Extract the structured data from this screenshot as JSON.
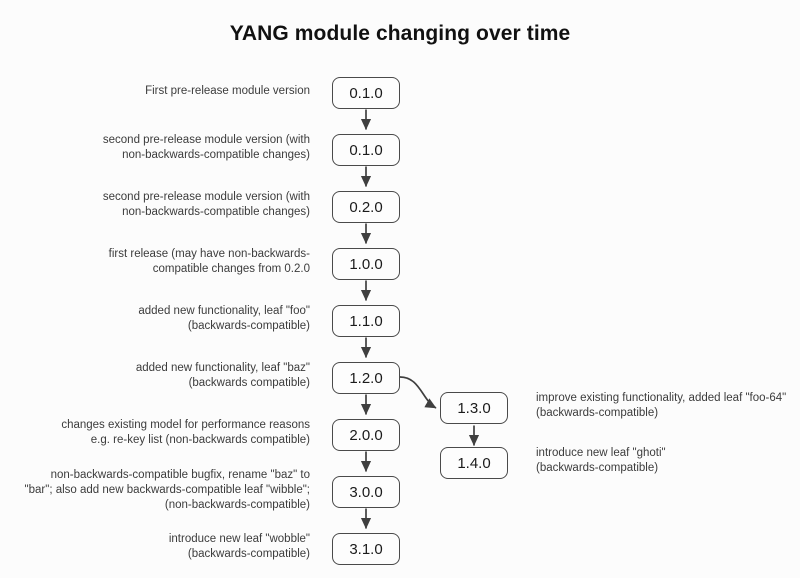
{
  "title": "YANG module changing over time",
  "colors": {
    "background": "#fcfcfc",
    "node_border": "#4a4a4a",
    "node_fill": "#fdfdfd",
    "edge": "#3f3f3f",
    "label_text": "#3c3c3c",
    "title_text": "#111111"
  },
  "main_chain": [
    {
      "version": "0.1.0",
      "label_lines": [
        "First pre-release module version"
      ]
    },
    {
      "version": "0.1.0",
      "label_lines": [
        "second pre-release module version (with",
        "non-backwards-compatible changes)"
      ]
    },
    {
      "version": "0.2.0",
      "label_lines": [
        "second pre-release module version (with",
        "non-backwards-compatible changes)"
      ]
    },
    {
      "version": "1.0.0",
      "label_lines": [
        "first release (may have non-backwards-",
        "compatible changes from 0.2.0"
      ]
    },
    {
      "version": "1.1.0",
      "label_lines": [
        "added new functionality, leaf \"foo\"",
        "(backwards-compatible)"
      ]
    },
    {
      "version": "1.2.0",
      "label_lines": [
        "added new functionality, leaf \"baz\"",
        "(backwards compatible)"
      ]
    },
    {
      "version": "2.0.0",
      "label_lines": [
        "changes existing model for performance reasons",
        "e.g. re-key list (non-backwards compatible)"
      ]
    },
    {
      "version": "3.0.0",
      "label_lines": [
        "non-backwards-compatible bugfix, rename \"baz\" to",
        "\"bar\"; also add new backwards-compatible leaf \"wibble\";",
        "(non-backwards-compatible)"
      ]
    },
    {
      "version": "3.1.0",
      "label_lines": [
        "introduce new leaf \"wobble\"",
        "(backwards-compatible)"
      ]
    }
  ],
  "branch_chain": [
    {
      "version": "1.3.0",
      "label_lines": [
        "improve existing functionality, added leaf \"foo-64\"",
        "(backwards-compatible)"
      ]
    },
    {
      "version": "1.4.0",
      "label_lines": [
        "introduce new leaf \"ghoti\"",
        "(backwards-compatible)"
      ]
    }
  ]
}
